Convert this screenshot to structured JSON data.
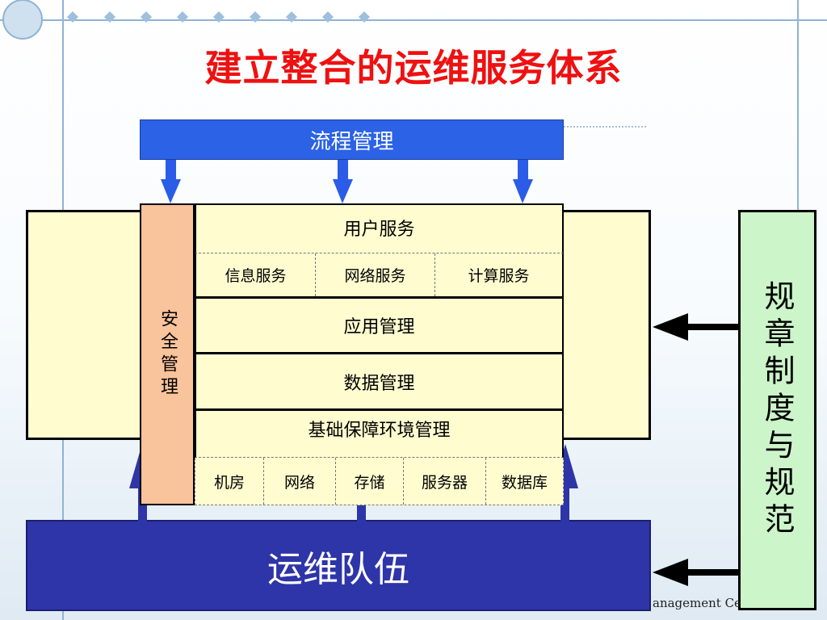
{
  "title": "建立整合的运维服务体系",
  "top_bar": "流程管理",
  "security": "安全管理",
  "user_service": "用户服务",
  "user_sub": [
    "信息服务",
    "网络服务",
    "计算服务"
  ],
  "app_mgmt": "应用管理",
  "data_mgmt": "数据管理",
  "infra": "基础保障环境管理",
  "infra_sub": [
    "机房",
    "网络",
    "存储",
    "服务器",
    "数据库"
  ],
  "team": "运维队伍",
  "rules": "规章制度与规范",
  "footer_fragment": "anagement Ce",
  "colors": {
    "title": "#ee1111",
    "process_bar": "#2b62e6",
    "team": "#2e35a8",
    "security": "#f9c39c",
    "panel": "#fffdd0",
    "rules": "#ccf5c9",
    "arrow_blue": "#2a5ce8"
  }
}
